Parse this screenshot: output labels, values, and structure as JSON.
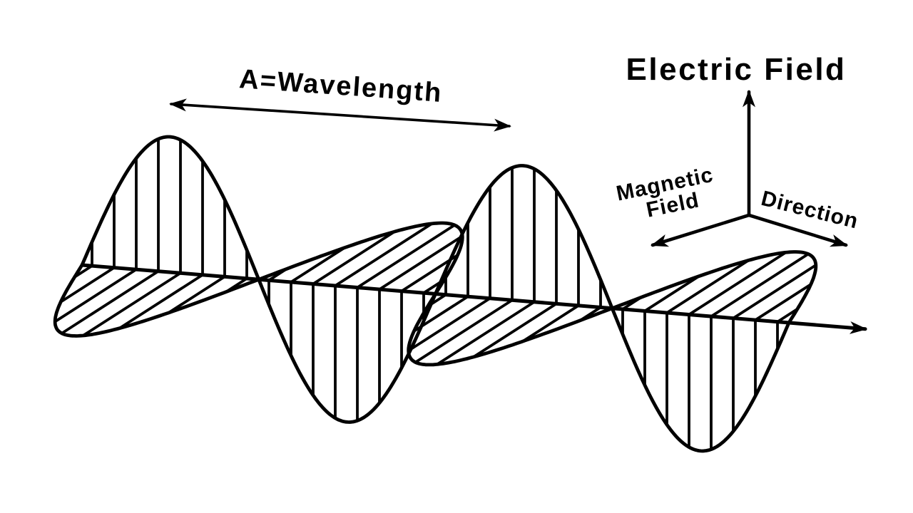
{
  "labels": {
    "wavelength": "A=Wavelength",
    "electric_field": "Electric Field",
    "magnetic_field_line1": "Magnetic",
    "magnetic_field_line2": "Field",
    "direction": "Direction"
  },
  "colors": {
    "ink": "#000000",
    "background": "#ffffff"
  },
  "waves": {
    "electric": {
      "plane": "vertical",
      "hatch": "vertical"
    },
    "magnetic": {
      "plane": "horizontal-perspective",
      "hatch": "diagonal"
    }
  }
}
